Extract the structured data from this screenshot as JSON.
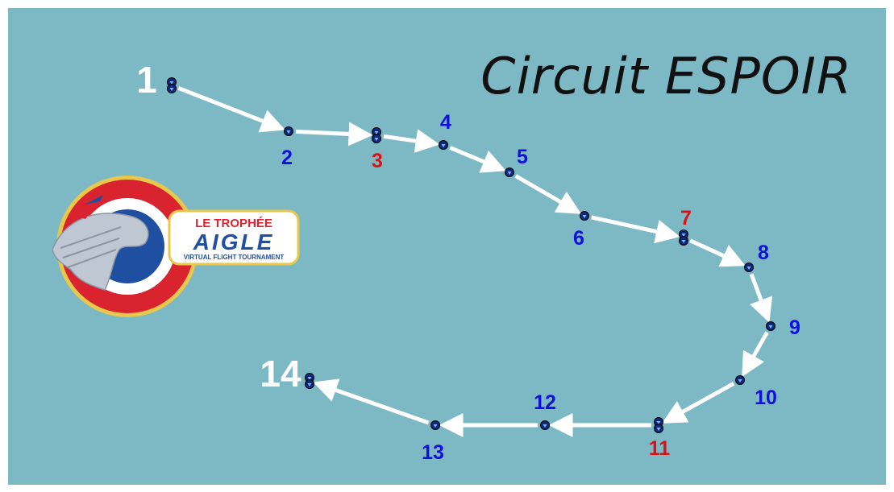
{
  "title": "Circuit ESPOIR",
  "logo": {
    "line1": "LE TROPHÉE",
    "line2": "AIGLE",
    "line3": "VIRTUAL FLIGHT TOURNAMENT"
  },
  "colors": {
    "background": "#7db8c5",
    "arrow": "#ffffff",
    "label_blue": "#1010dd",
    "label_red": "#dd1111",
    "label_white": "#ffffff",
    "marker": "#0b2b7a"
  },
  "waypoints": [
    {
      "id": "1",
      "color": "white",
      "double": true
    },
    {
      "id": "2",
      "color": "blue",
      "double": false
    },
    {
      "id": "3",
      "color": "red",
      "double": true
    },
    {
      "id": "4",
      "color": "blue",
      "double": false
    },
    {
      "id": "5",
      "color": "blue",
      "double": false
    },
    {
      "id": "6",
      "color": "blue",
      "double": false
    },
    {
      "id": "7",
      "color": "red",
      "double": true
    },
    {
      "id": "8",
      "color": "blue",
      "double": false
    },
    {
      "id": "9",
      "color": "blue",
      "double": false
    },
    {
      "id": "10",
      "color": "blue",
      "double": false
    },
    {
      "id": "11",
      "color": "red",
      "double": true
    },
    {
      "id": "12",
      "color": "blue",
      "double": false
    },
    {
      "id": "13",
      "color": "blue",
      "double": false
    },
    {
      "id": "14",
      "color": "white",
      "double": true
    }
  ]
}
